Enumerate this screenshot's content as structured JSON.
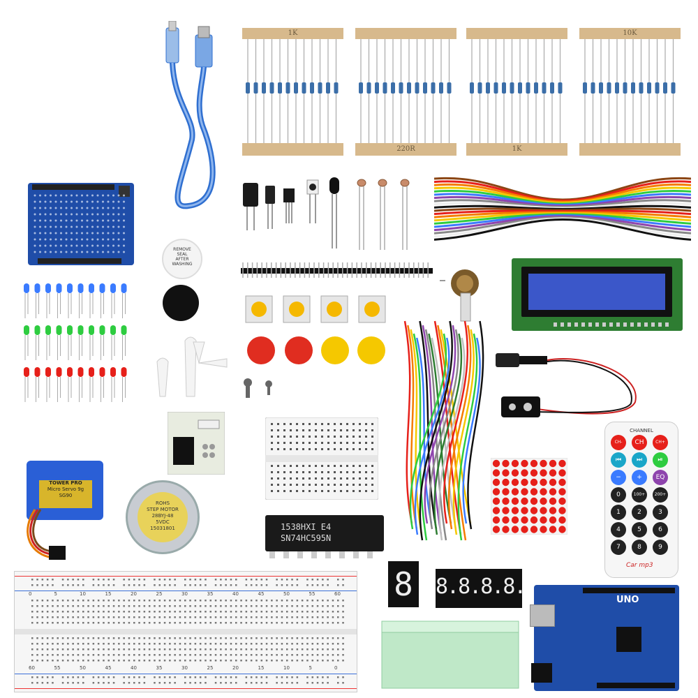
{
  "resistor_strips": [
    {
      "top_label": "1K",
      "bottom_label": ""
    },
    {
      "top_label": "",
      "bottom_label": "220R"
    },
    {
      "top_label": "",
      "bottom_label": "1K"
    },
    {
      "top_label": "10K",
      "bottom_label": ""
    }
  ],
  "buzzer_sticker": [
    "REMOVE",
    "SEAL",
    "AFTER",
    "WASHING"
  ],
  "servo": {
    "brand": "TOWER PRO",
    "model_line": "Micro Servo 9g",
    "model": "SG90"
  },
  "stepper": {
    "lines": [
      "ROHS",
      "STEP MOTOR",
      "28BYJ-48",
      "5VDC",
      "15031801"
    ]
  },
  "ic_chip": {
    "line1": "1538HXI E4",
    "line2": "SN74HC595N"
  },
  "seg_single": "8",
  "seg_quad": "8.8.8.8.",
  "remote": {
    "header": "CHANNEL",
    "rows": [
      [
        "CH-",
        "CH",
        "CH+"
      ],
      [
        "⏮",
        "⏭",
        "⏯"
      ],
      [
        "−",
        "+",
        "EQ"
      ],
      [
        "0",
        "100+",
        "200+"
      ],
      [
        "1",
        "2",
        "3"
      ],
      [
        "4",
        "5",
        "6"
      ],
      [
        "7",
        "8",
        "9"
      ]
    ],
    "sub_labels": [
      "PREV",
      "NEXT",
      "PLAY/PAUSE",
      "VOL-",
      "VOL+"
    ],
    "brand": "Car mp3"
  },
  "breadboard_numbers_top": [
    "0",
    "5",
    "10",
    "15",
    "20",
    "25",
    "30",
    "35",
    "40",
    "45",
    "50",
    "55",
    "60"
  ],
  "breadboard_numbers_bottom": [
    "60",
    "55",
    "50",
    "45",
    "40",
    "35",
    "30",
    "25",
    "20",
    "15",
    "10",
    "5",
    "0"
  ],
  "uno_label": "UNO",
  "colors": {
    "resistor_paper": "#d7b98c",
    "usb_blue": "#2f6fd0",
    "pcb_blue": "#1f4da8",
    "lcd_green": "#2e7d32",
    "lcd_screen": "#3b57c9",
    "led_blue": "#3a7bff",
    "led_green": "#2ecc40",
    "led_red": "#e6201a",
    "cap_red": "#e02d20",
    "cap_yellow": "#f5c800",
    "box_green": "#bfe8c8"
  }
}
